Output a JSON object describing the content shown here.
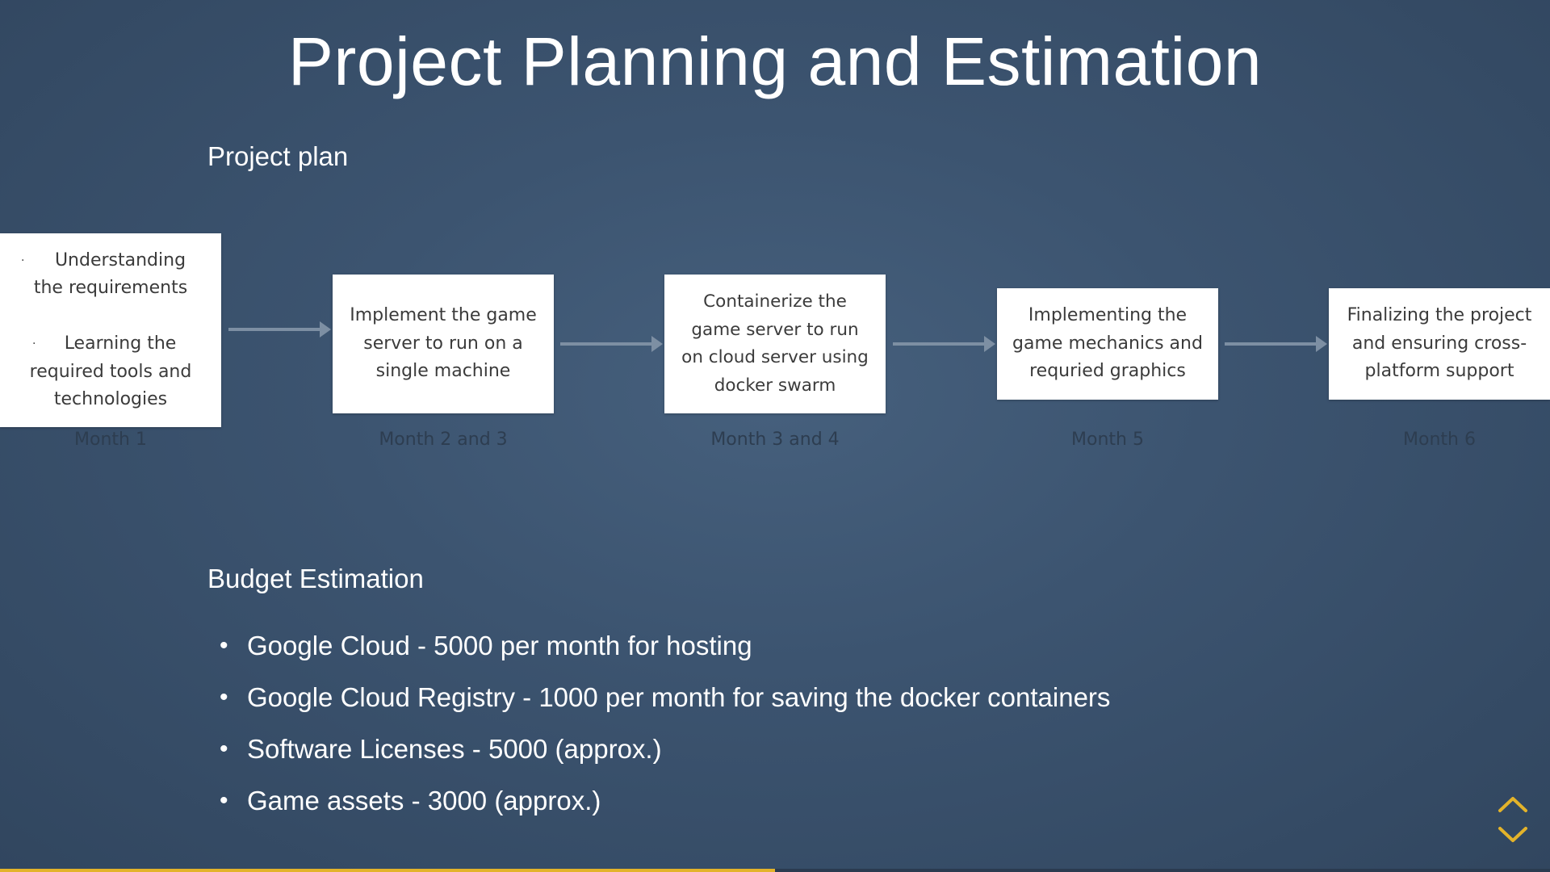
{
  "title": "Project Planning and Estimation",
  "plan": {
    "heading": "Project plan",
    "stages": [
      {
        "lines": [
          "Understanding",
          "the requirements",
          "",
          "Learning the",
          "required tools and",
          "technologies"
        ],
        "caption": "Month 1"
      },
      {
        "lines": [
          "Implement the game",
          "server to run on a",
          "single machine"
        ],
        "caption": "Month 2 and 3"
      },
      {
        "lines": [
          "Containerize the",
          "game server to run",
          "on cloud server using",
          "docker swarm"
        ],
        "caption": "Month 3 and 4"
      },
      {
        "lines": [
          "Implementing the",
          "game mechanics and",
          "requried graphics"
        ],
        "caption": "Month 5"
      },
      {
        "lines": [
          "Finalizing the project",
          "and ensuring cross-",
          "platform support"
        ],
        "caption": "Month 6"
      }
    ]
  },
  "budget": {
    "heading": "Budget Estimation",
    "items": [
      "Google Cloud - 5000 per month for hosting",
      "Google Cloud Registry - 1000 per month for saving the docker containers",
      "Software Licenses - 5000 (approx.)",
      "Game assets - 3000 (approx.)"
    ]
  },
  "navigation": {
    "up_icon": "chevron-up-icon",
    "down_icon": "chevron-down-icon",
    "accent_color": "#e3b32a"
  },
  "progress": {
    "fraction": 0.5
  },
  "colors": {
    "background": "#3c5470",
    "box": "#ffffff",
    "box_text": "#3b3b3b",
    "caption": "#2d3d50",
    "arrow": "#7d8fa3"
  }
}
